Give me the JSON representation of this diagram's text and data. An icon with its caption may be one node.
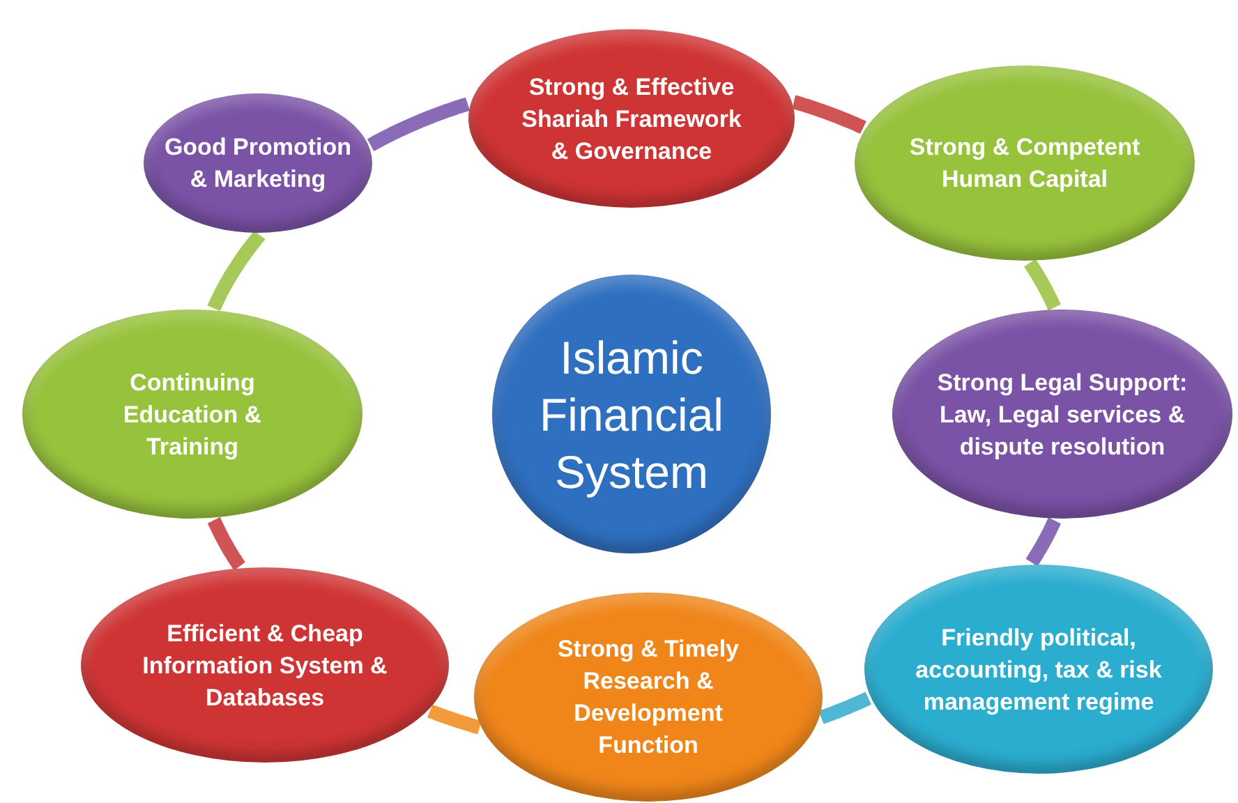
{
  "diagram": {
    "nodes": [
      {
        "text": [
          "Good Promotion & Marketing"
        ]
      },
      {
        "text": [
          "Strong & Effective Shariah Framework & Governance"
        ]
      },
      {
        "text": [
          "Strong & Competent Human Capital"
        ]
      },
      {
        "text": [
          "Islamic Financial System"
        ]
      },
      {
        "text": [
          "Continuing Education & Training"
        ]
      },
      {
        "text": [
          "Strong Legal Support: Law, Legal services & dispute resolution"
        ]
      },
      {
        "text": [
          "Efficient & Cheap Information System & Databases"
        ]
      },
      {
        "text": [
          "Strong & Timely Research & Development Function"
        ]
      },
      {
        "text": [
          "Friendly political, accounting, tax & risk management regime"
        ]
      }
    ],
    "edges": [
      {
        "from": 0,
        "to": 1,
        "arrow": "none",
        "color": "#8a6bb8"
      },
      {
        "from": 1,
        "to": 2,
        "arrow": "none",
        "color": "#d05454"
      },
      {
        "from": 2,
        "to": 5,
        "arrow": "none",
        "color": "#a6c95a"
      },
      {
        "from": 5,
        "to": 8,
        "arrow": "none",
        "color": "#8a6bb8"
      },
      {
        "from": 8,
        "to": 7,
        "arrow": "none",
        "color": "#4fb7d3"
      },
      {
        "from": 7,
        "to": 6,
        "arrow": "none",
        "color": "#f39a3c"
      },
      {
        "from": 6,
        "to": 4,
        "arrow": "none",
        "color": "#d05454"
      },
      {
        "from": 4,
        "to": 0,
        "arrow": "none",
        "color": "#a6c95a"
      }
    ]
  }
}
